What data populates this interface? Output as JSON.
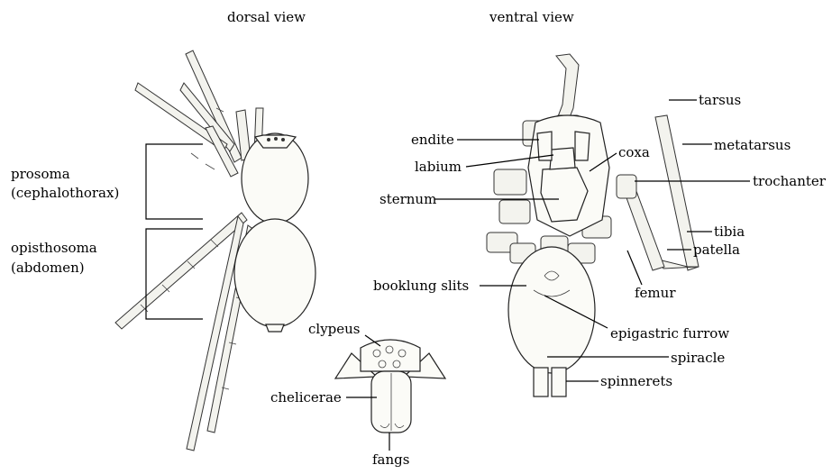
{
  "headings": {
    "dorsal": "dorsal view",
    "ventral": "ventral view"
  },
  "dorsal_labels": {
    "prosoma": "prosoma",
    "prosoma_alt": "(cephalothorax)",
    "opisthosoma": "opisthosoma",
    "opisthosoma_alt": "(abdomen)"
  },
  "ventral_labels": {
    "tarsus": "tarsus",
    "endite": "endite",
    "metatarsus": "metatarsus",
    "coxa": "coxa",
    "labium": "labium",
    "trochanter": "trochanter",
    "sternum": "sternum",
    "tibia": "tibia",
    "patella": "patella",
    "femur": "femur",
    "booklung_slits": "booklung slits",
    "epigastric_furrow": "epigastric furrow",
    "spiracle": "spiracle",
    "spinnerets": "spinnerets"
  },
  "front_labels": {
    "clypeus": "clypeus",
    "chelicerae": "chelicerae",
    "fangs": "fangs"
  }
}
